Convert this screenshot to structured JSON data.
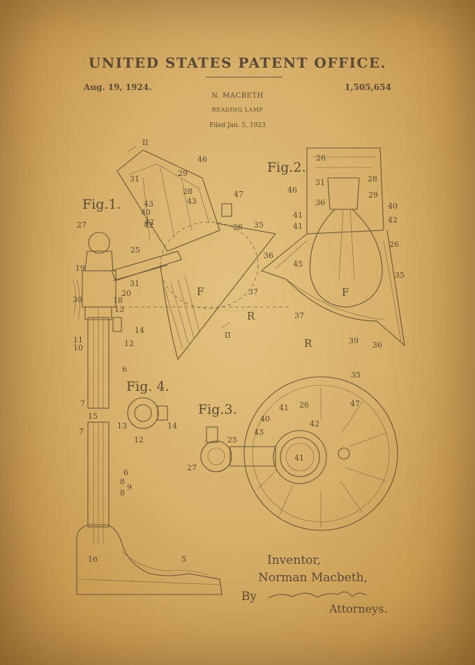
{
  "header": {
    "office": "UNITED STATES PATENT OFFICE.",
    "date": "Aug. 19, 1924.",
    "number": "1,505,654",
    "inventor": "N. MACBETH",
    "title": "READING LAMP",
    "filed": "Filed Jan. 5, 1923"
  },
  "figures": {
    "fig1": "Fig.1.",
    "fig2": "Fig.2.",
    "fig3": "Fig.3.",
    "fig4": "Fig. 4."
  },
  "signature": {
    "label": "Inventor,",
    "name": "Norman Macbeth,",
    "by": "By",
    "attorneys": "Attorneys."
  },
  "callouts": {
    "fig1": [
      "II",
      "46",
      "31",
      "29",
      "28",
      "43",
      "42",
      "43",
      "40",
      "42",
      "47",
      "26",
      "35",
      "27",
      "25",
      "19",
      "20",
      "31",
      "30",
      "18",
      "13",
      "14",
      "11",
      "10",
      "12",
      "F",
      "37",
      "R",
      "36",
      "II",
      "6",
      "7",
      "15",
      "7",
      "6",
      "8",
      "8",
      "9",
      "16",
      "5"
    ],
    "fig2": [
      "26",
      "31",
      "46",
      "28",
      "29",
      "36",
      "40",
      "41",
      "42",
      "41",
      "26",
      "35",
      "45",
      "F",
      "37",
      "R",
      "39",
      "36"
    ],
    "fig3": [
      "35",
      "41",
      "26",
      "47",
      "40",
      "42",
      "43",
      "25",
      "27",
      "41"
    ],
    "fig4": [
      "13",
      "14",
      "12"
    ]
  },
  "colors": {
    "paper": "#d7b06a",
    "ink": "#5b4a34"
  }
}
